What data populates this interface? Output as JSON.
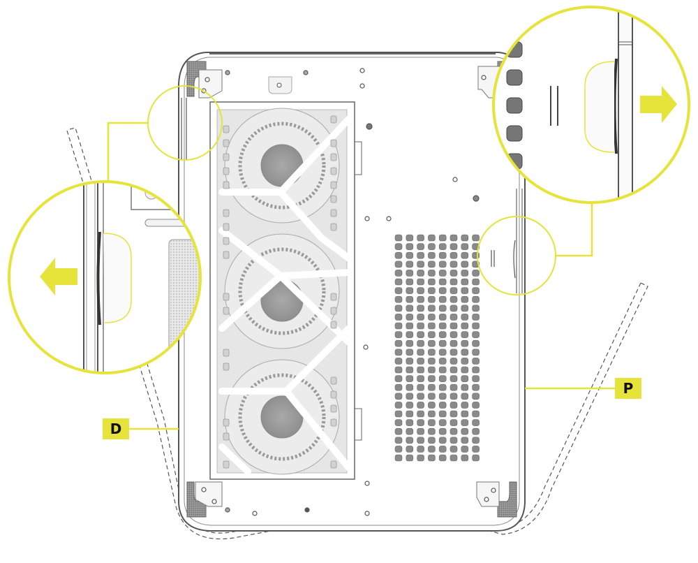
{
  "diagram": {
    "subject": "PC case side view with removable side panels",
    "accent_color": "#e6e33a",
    "line_color": "#555555",
    "callouts": [
      {
        "id": "D",
        "label": "D",
        "target": "left side panel (dashed outline shows panel swinging away)"
      },
      {
        "id": "P",
        "label": "P",
        "target": "right side panel (dashed outline shows panel swinging away)"
      }
    ],
    "zoom_insets": [
      {
        "position": "left",
        "arrow_direction": "left",
        "detail": "left panel handle / pull recess"
      },
      {
        "position": "top-right",
        "arrow_direction": "right",
        "detail": "right panel handle / pull recess"
      }
    ],
    "components": {
      "fan_count": 3,
      "ventilation_grid": {
        "columns": 8,
        "rows": 26
      },
      "corner_brackets": 4
    }
  }
}
